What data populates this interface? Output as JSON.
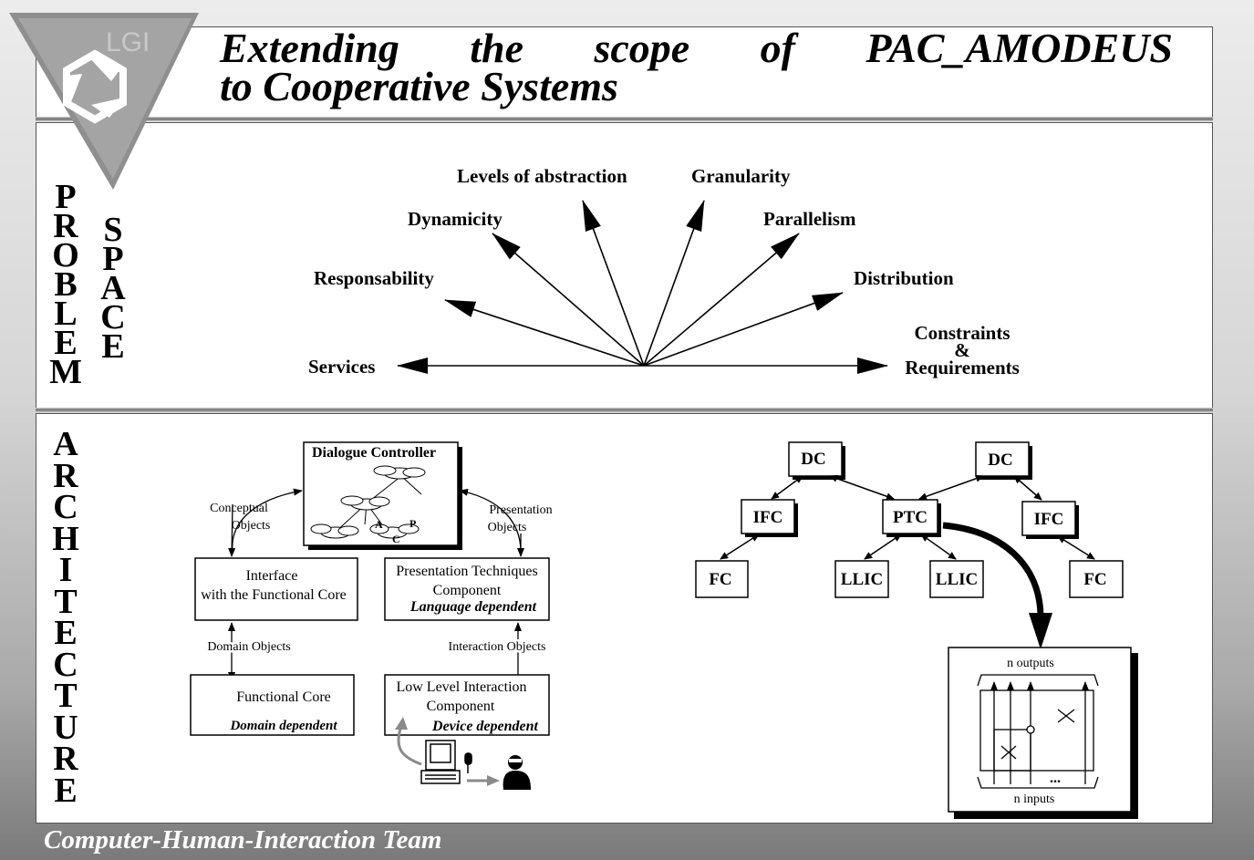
{
  "logo": {
    "text": "LGI"
  },
  "title": {
    "line1_words": [
      "Extending",
      "the",
      "scope",
      "of",
      "PAC_AMODEUS"
    ],
    "line2": "to Cooperative Systems"
  },
  "side_labels": {
    "problem": [
      "P",
      "R",
      "O",
      "B",
      "L",
      "E",
      "M"
    ],
    "space": [
      "S",
      "P",
      "A",
      "C",
      "E"
    ],
    "architecture": [
      "A",
      "R",
      "C",
      "H",
      "I",
      "T",
      "E",
      "C",
      "T",
      "U",
      "R",
      "E"
    ]
  },
  "problem_space": {
    "axes": {
      "levels": "Levels of abstraction",
      "granularity": "Granularity",
      "dynamicity": "Dynamicity",
      "parallelism": "Parallelism",
      "responsability": "Responsability",
      "distribution": "Distribution",
      "services": "Services",
      "constraints_1": "Constraints",
      "constraints_2": "&",
      "constraints_3": "Requirements"
    }
  },
  "arch_left": {
    "dialogue_controller": "Dialogue Controller",
    "pac_a": "A",
    "pac_p": "P",
    "pac_c": "C",
    "conceptual_1": "Conceptual",
    "conceptual_2": "Objects",
    "presentation_1": "Presentation",
    "presentation_2": "Objects",
    "ifc_1": "Interface",
    "ifc_2": "with the Functional Core",
    "ptc_1": "Presentation Techniques",
    "ptc_2": "Component",
    "ptc_3": "Language dependent",
    "domain_objects": "Domain Objects",
    "interaction_objects": "Interaction Objects",
    "fc_1": "Functional Core",
    "fc_2": "Domain dependent",
    "llic_1": "Low Level Interaction",
    "llic_2": "Component",
    "llic_3": "Device dependent"
  },
  "arch_right": {
    "dc": "DC",
    "ifc": "IFC",
    "ptc": "PTC",
    "fc": "FC",
    "llic": "LLIC",
    "n_outputs": "n outputs",
    "n_inputs": "n inputs",
    "dots": "..."
  },
  "footer": "Computer-Human-Interaction Team",
  "colors": {
    "accent_gray": "#8a8a8a",
    "panel": "#ffffff"
  }
}
